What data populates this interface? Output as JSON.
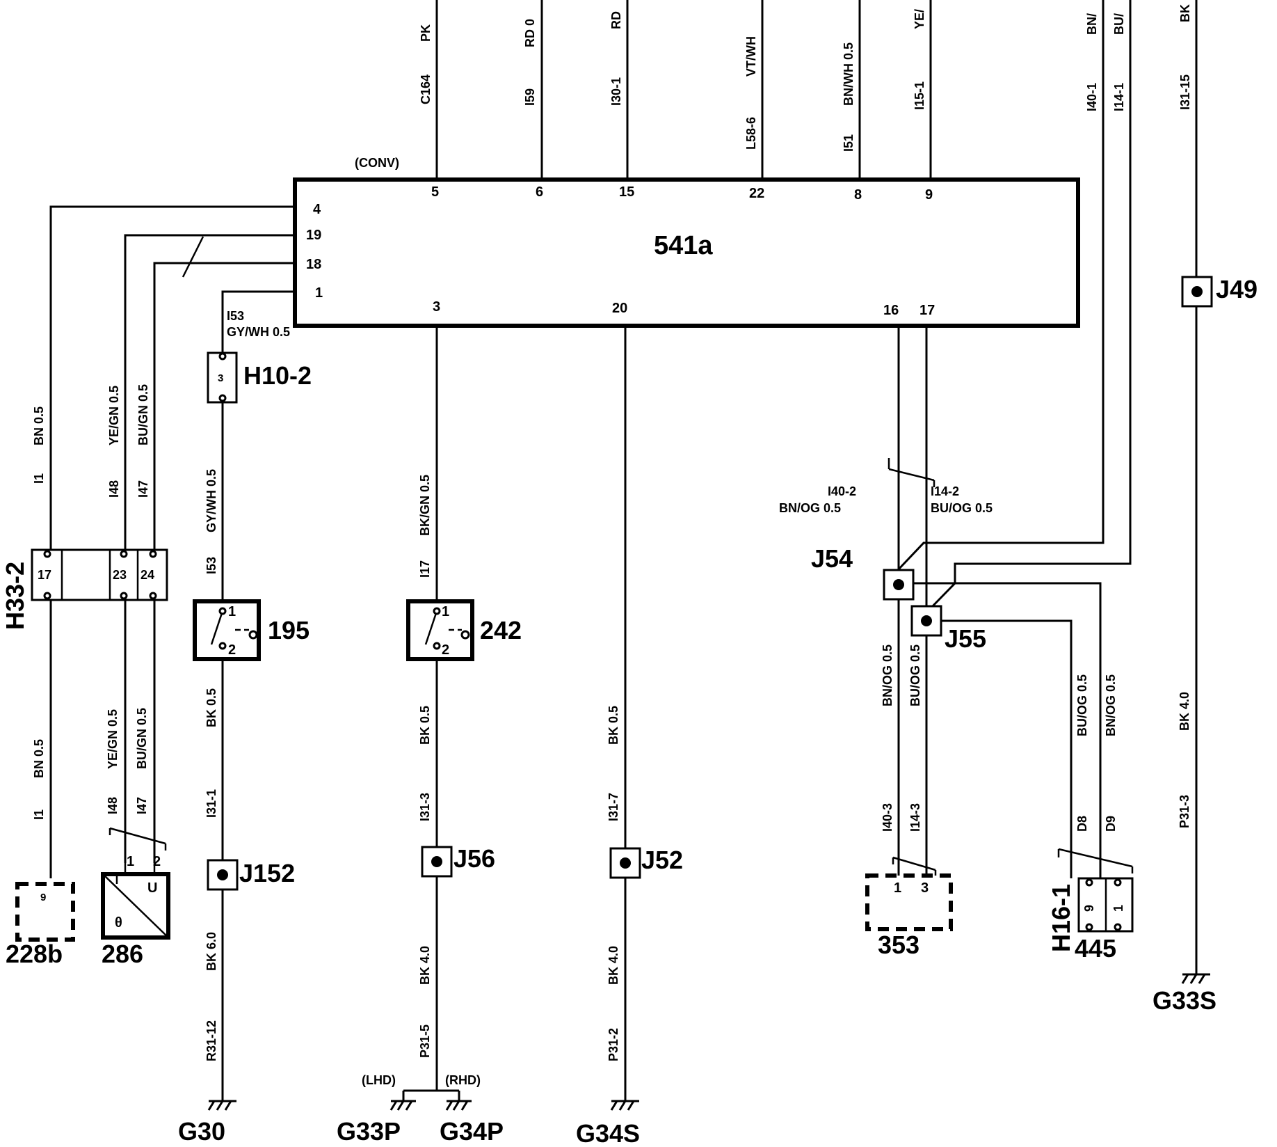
{
  "module": {
    "id": "541a",
    "conv_label": "(CONV)"
  },
  "module_pins": {
    "p5": "5",
    "p6": "6",
    "p15": "15",
    "p22": "22",
    "p8": "8",
    "p9": "9",
    "p4": "4",
    "p19": "19",
    "p18": "18",
    "p1": "1",
    "p3": "3",
    "p20": "20",
    "p16": "16",
    "p17": "17"
  },
  "top_wires": {
    "c164": {
      "circuit": "C164",
      "color": "PK"
    },
    "i59": {
      "circuit": "I59",
      "color": "RD 0"
    },
    "i30_1": {
      "circuit": "I30-1",
      "color": "RD"
    },
    "l58_6": {
      "circuit": "L58-6",
      "color": "VT/WH"
    },
    "i51": {
      "circuit": "I51",
      "color": "BN/WH 0.5"
    },
    "i15_1": {
      "circuit": "I15-1",
      "color": "YE/"
    },
    "i40_1": {
      "circuit": "I40-1",
      "color": "BN/"
    },
    "i14_1": {
      "circuit": "I14-1",
      "color": "BU/"
    },
    "i31_15": {
      "circuit": "I31-15",
      "color": "BK"
    }
  },
  "left_wires": {
    "i1_top": {
      "circuit": "I1",
      "color": "BN 0.5"
    },
    "i48_top": {
      "circuit": "I48",
      "color": "YE/GN 0.5"
    },
    "i47_top": {
      "circuit": "I47",
      "color": "BU/GN 0.5"
    },
    "i53_top_circuit": "I53",
    "i53_top_color": "GY/WH 0.5",
    "i53_mid": {
      "circuit": "I53",
      "color": "GY/WH 0.5"
    },
    "i1_bot": {
      "circuit": "I1",
      "color": "BN 0.5"
    },
    "i48_bot": {
      "circuit": "I48",
      "color": "YE/GN 0.5"
    },
    "i47_bot": {
      "circuit": "I47",
      "color": "BU/GN 0.5"
    }
  },
  "center_wires": {
    "i31_1": {
      "circuit": "I31-1",
      "color": "BK 0.5"
    },
    "r31_12": {
      "circuit": "R31-12",
      "color": "BK 6.0"
    },
    "i17": {
      "circuit": "I17",
      "color": "BK/GN 0.5"
    },
    "i31_3": {
      "circuit": "I31-3",
      "color": "BK 0.5"
    },
    "p31_5": {
      "circuit": "P31-5",
      "color": "BK 4.0"
    },
    "i31_7": {
      "circuit": "I31-7",
      "color": "BK 0.5"
    },
    "p31_2": {
      "circuit": "P31-2",
      "color": "BK 4.0"
    },
    "p31_3": {
      "circuit": "P31-3",
      "color": "BK 4.0"
    }
  },
  "right_wires": {
    "i40_2_circuit": "I40-2",
    "i40_2_color": "BN/OG 0.5",
    "i14_2_circuit": "I14-2",
    "i14_2_color": "BU/OG 0.5",
    "i40_3": {
      "circuit": "I40-3",
      "color": "BN/OG 0.5"
    },
    "i14_3": {
      "circuit": "I14-3",
      "color": "BU/OG 0.5"
    },
    "d8": {
      "circuit": "D8",
      "color": "BU/OG 0.5"
    },
    "d9": {
      "circuit": "D9",
      "color": "BN/OG 0.5"
    }
  },
  "connectors": {
    "h33_2": {
      "id": "H33-2",
      "pins": [
        "17",
        "23",
        "24"
      ]
    },
    "h10_2": {
      "id": "H10-2",
      "pin": "3"
    },
    "h16_1": {
      "id": "H16-1",
      "pins": [
        "9",
        "1"
      ]
    }
  },
  "switches": {
    "s195": {
      "id": "195",
      "pin1": "1",
      "pin2": "2"
    },
    "s242": {
      "id": "242",
      "pin1": "1",
      "pin2": "2"
    }
  },
  "splices": {
    "j49": "J49",
    "j54": "J54",
    "j55": "J55",
    "j152": "J152",
    "j56": "J56",
    "j52": "J52"
  },
  "components": {
    "c228b": {
      "id": "228b",
      "pin": "9"
    },
    "c286": {
      "id": "286",
      "pin1": "1",
      "pin2": "2",
      "sym_u": "U",
      "sym_theta": "θ"
    },
    "c353": {
      "id": "353",
      "pin1": "1",
      "pin2": "3"
    },
    "c445": {
      "id": "445"
    }
  },
  "grounds": {
    "g30": "G30",
    "g33p": "G33P",
    "g34p": "G34P",
    "g34s": "G34S",
    "g33s": "G33S",
    "lhd": "(LHD)",
    "rhd": "(RHD)"
  }
}
